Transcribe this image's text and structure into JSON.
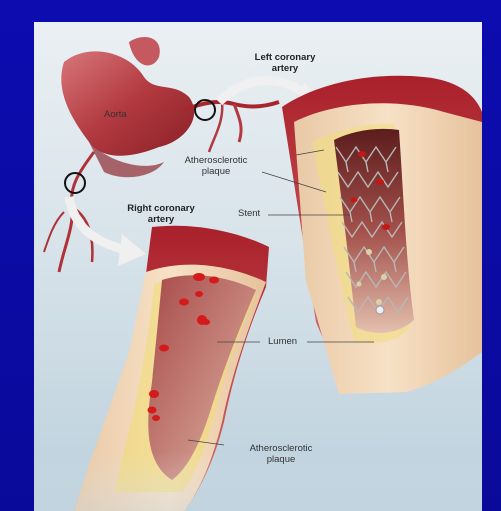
{
  "labels": {
    "aorta": "Aorta",
    "left_coronary_line1": "Left coronary",
    "left_coronary_line2": "artery",
    "right_coronary_line1": "Right coronary",
    "right_coronary_line2": "artery",
    "athero_top_line1": "Atherosclerotic",
    "athero_top_line2": "plaque",
    "stent": "Stent",
    "lumen": "Lumen",
    "athero_bottom_line1": "Atherosclerotic",
    "athero_bottom_line2": "plaque"
  },
  "colors": {
    "slide_background": "#0a0a9a",
    "panel_background": "#dfe8ee",
    "artery_wall": "#f3d7b8",
    "plaque": "#f2e26a",
    "lumen": "#9b3b3b",
    "blood_cell": "#d01818",
    "stent": "#c0c0c0"
  }
}
